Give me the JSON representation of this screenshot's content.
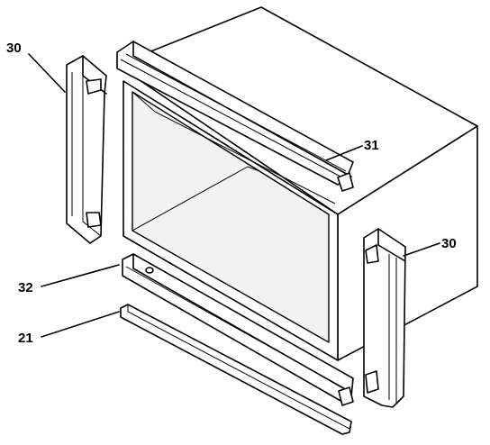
{
  "callouts": [
    {
      "id": "left-trim",
      "label": "30"
    },
    {
      "id": "top-trim",
      "label": "31"
    },
    {
      "id": "bottom-trim",
      "label": "32"
    },
    {
      "id": "base-strip",
      "label": "21"
    },
    {
      "id": "right-trim",
      "label": "30"
    }
  ],
  "colors": {
    "line": "#000000",
    "background": "#ffffff"
  }
}
